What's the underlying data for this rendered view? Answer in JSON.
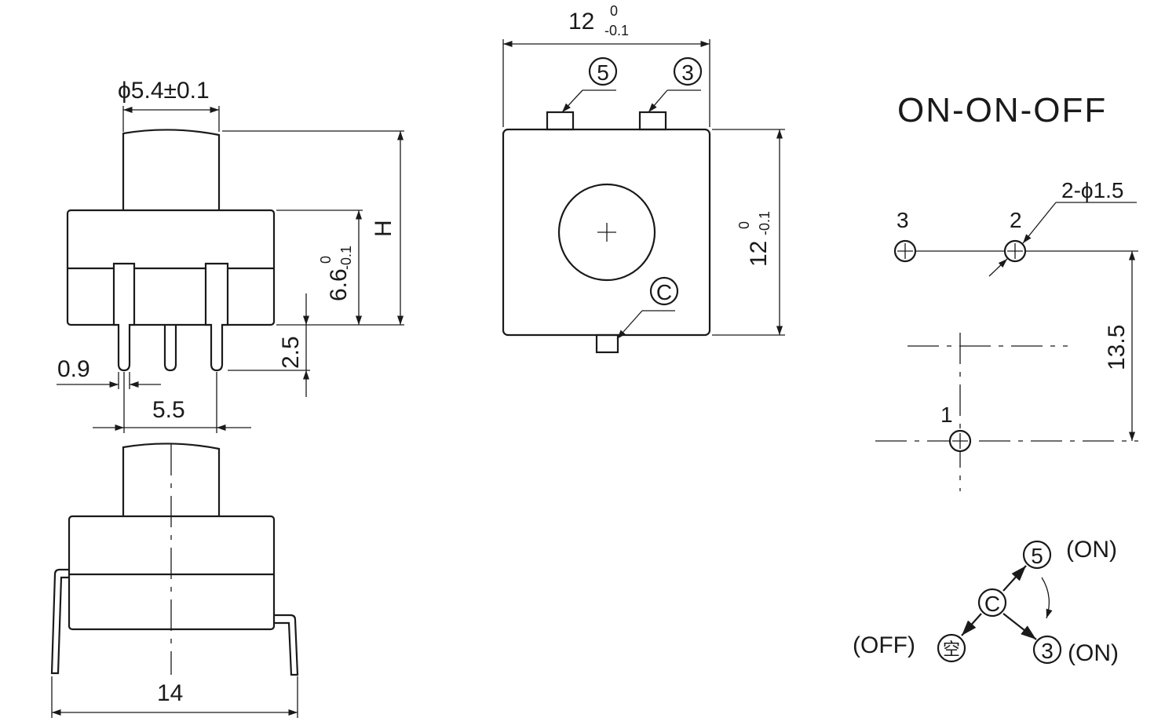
{
  "colors": {
    "ink": "#1a1a1a",
    "background": "#ffffff"
  },
  "side_view": {
    "button_diameter": "ϕ5.4±0.1",
    "body_height_main": "6.6",
    "body_height_tol_upper": "0",
    "body_height_tol_lower": "-0.1",
    "total_height": "H",
    "pin_length": "2.5",
    "pin_width": "0.9",
    "pin_pitch": "5.5"
  },
  "front_view": {
    "width": "14"
  },
  "top_view": {
    "width_main": "12",
    "width_tol_upper": "0",
    "width_tol_lower": "-0.1",
    "height_main": "12",
    "height_tol_upper": "0",
    "height_tol_lower": "-0.1",
    "terminal_5": "5",
    "terminal_3": "3",
    "terminal_c": "C"
  },
  "footprint": {
    "mode_title": "ON-ON-OFF",
    "hole_spec": "2-ϕ1.5",
    "pin_3": "3",
    "pin_2": "2",
    "pin_1": "1",
    "spacing": "13.5"
  },
  "schematic": {
    "node_5": "5",
    "node_c": "C",
    "node_3": "3",
    "node_empty": "空",
    "label_on_top": "(ON)",
    "label_on_bottom": "(ON)",
    "label_off": "(OFF)"
  }
}
